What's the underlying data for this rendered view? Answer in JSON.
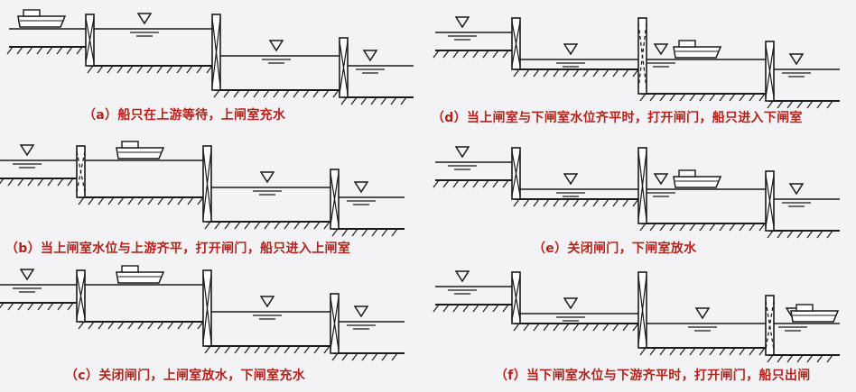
{
  "captions": {
    "a": "（a）船只在上游等待，上闸室充水",
    "b": "（b）当上闸室水位与上游齐平，打开闸门，船只进入上闸室",
    "c": "（c）关闭闸门，上闸室放水，下闸室充水",
    "d": "（d）当上闸室与下闸室水位齐平时，打开闸门，船只进入下闸室",
    "e": "（e）关闭闸门，下闸室放水",
    "f": "（f）当下闸室水位与下游齐平时，打开闸门，船只出闸"
  },
  "panels": [
    {
      "id": "a",
      "water_levels": {
        "upstream": "high",
        "upper_chamber": "high",
        "lower_chamber": "mid",
        "downstream": "low"
      },
      "boat_location": "upstream",
      "open_gate": "none"
    },
    {
      "id": "b",
      "water_levels": {
        "upstream": "high",
        "upper_chamber": "high",
        "lower_chamber": "mid",
        "downstream": "low"
      },
      "boat_location": "upper-chamber",
      "open_gate": "upstream-gate"
    },
    {
      "id": "c",
      "water_levels": {
        "upstream": "high",
        "upper_chamber": "high",
        "lower_chamber": "mid",
        "downstream": "low"
      },
      "boat_location": "upper-chamber",
      "open_gate": "none"
    },
    {
      "id": "d",
      "water_levels": {
        "upstream": "high",
        "upper_chamber": "mid",
        "lower_chamber": "mid",
        "downstream": "low"
      },
      "boat_location": "lower-chamber",
      "open_gate": "middle-gate"
    },
    {
      "id": "e",
      "water_levels": {
        "upstream": "high",
        "upper_chamber": "mid",
        "lower_chamber": "mid",
        "downstream": "low"
      },
      "boat_location": "lower-chamber",
      "open_gate": "none"
    },
    {
      "id": "f",
      "water_levels": {
        "upstream": "high",
        "upper_chamber": "mid",
        "lower_chamber": "low",
        "downstream": "low"
      },
      "boat_location": "downstream",
      "open_gate": "downstream-gate"
    }
  ],
  "colors": {
    "ink": "#1a1a1a",
    "caption": "#b3231c",
    "background": "#f3f3f5"
  }
}
